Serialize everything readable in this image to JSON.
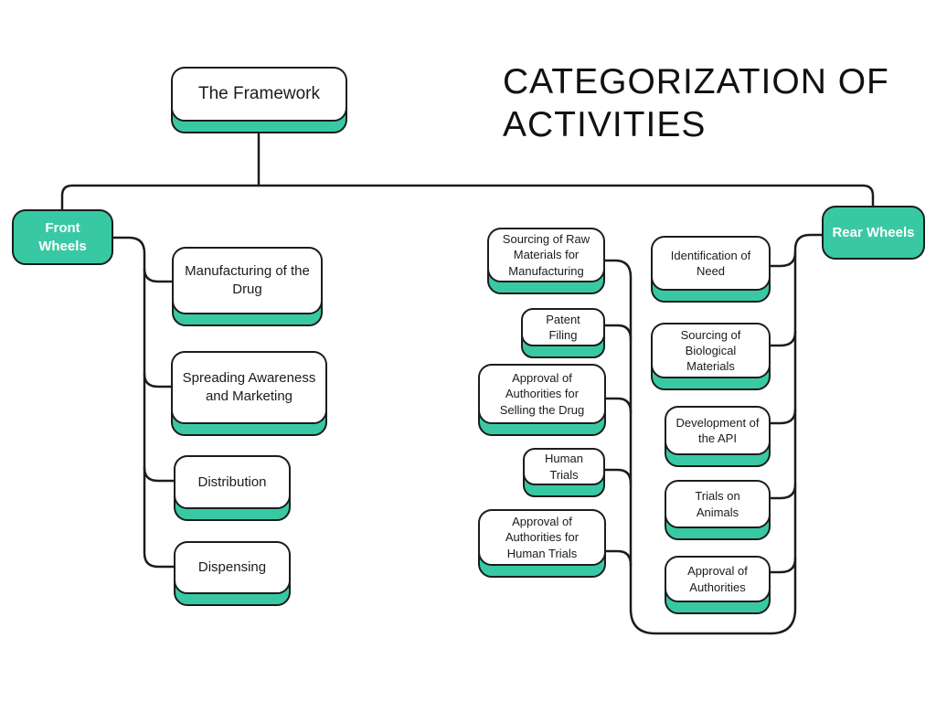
{
  "title": "CATEGORIZATION OF ACTIVITIES",
  "colors": {
    "accent_teal": "#38c9a4",
    "line_black": "#1c1c1c",
    "background": "#ffffff"
  },
  "nodes": {
    "framework": {
      "label": "The Framework"
    },
    "front_wheels": {
      "label": "Front Wheels"
    },
    "rear_wheels": {
      "label": "Rear Wheels"
    },
    "manufacturing": {
      "label": "Manufacturing of the Drug"
    },
    "spreading": {
      "label": "Spreading Awareness and Marketing"
    },
    "distribution": {
      "label": "Distribution"
    },
    "dispensing": {
      "label": "Dispensing"
    },
    "sourcing_raw": {
      "label": "Sourcing of Raw Materials for Manufacturing"
    },
    "patent": {
      "label": "Patent Filing"
    },
    "approval_selling": {
      "label": "Approval of Authorities for Selling the Drug"
    },
    "human_trials": {
      "label": "Human Trials"
    },
    "approval_human": {
      "label": "Approval of Authorities for Human Trials"
    },
    "identification": {
      "label": "Identification of Need"
    },
    "sourcing_bio": {
      "label": "Sourcing of Biological Materials"
    },
    "development": {
      "label": "Development of the API"
    },
    "trials_animals": {
      "label": "Trials on Animals"
    },
    "approval_auth": {
      "label": "Approval of Authorities"
    }
  },
  "structure": {
    "root": "framework",
    "front_wheels_children": [
      "manufacturing",
      "spreading",
      "distribution",
      "dispensing"
    ],
    "rear_wheels_children_middle": [
      "sourcing_raw",
      "patent",
      "approval_selling",
      "human_trials",
      "approval_human"
    ],
    "rear_wheels_children_right": [
      "identification",
      "sourcing_bio",
      "development",
      "trials_animals",
      "approval_auth"
    ]
  }
}
